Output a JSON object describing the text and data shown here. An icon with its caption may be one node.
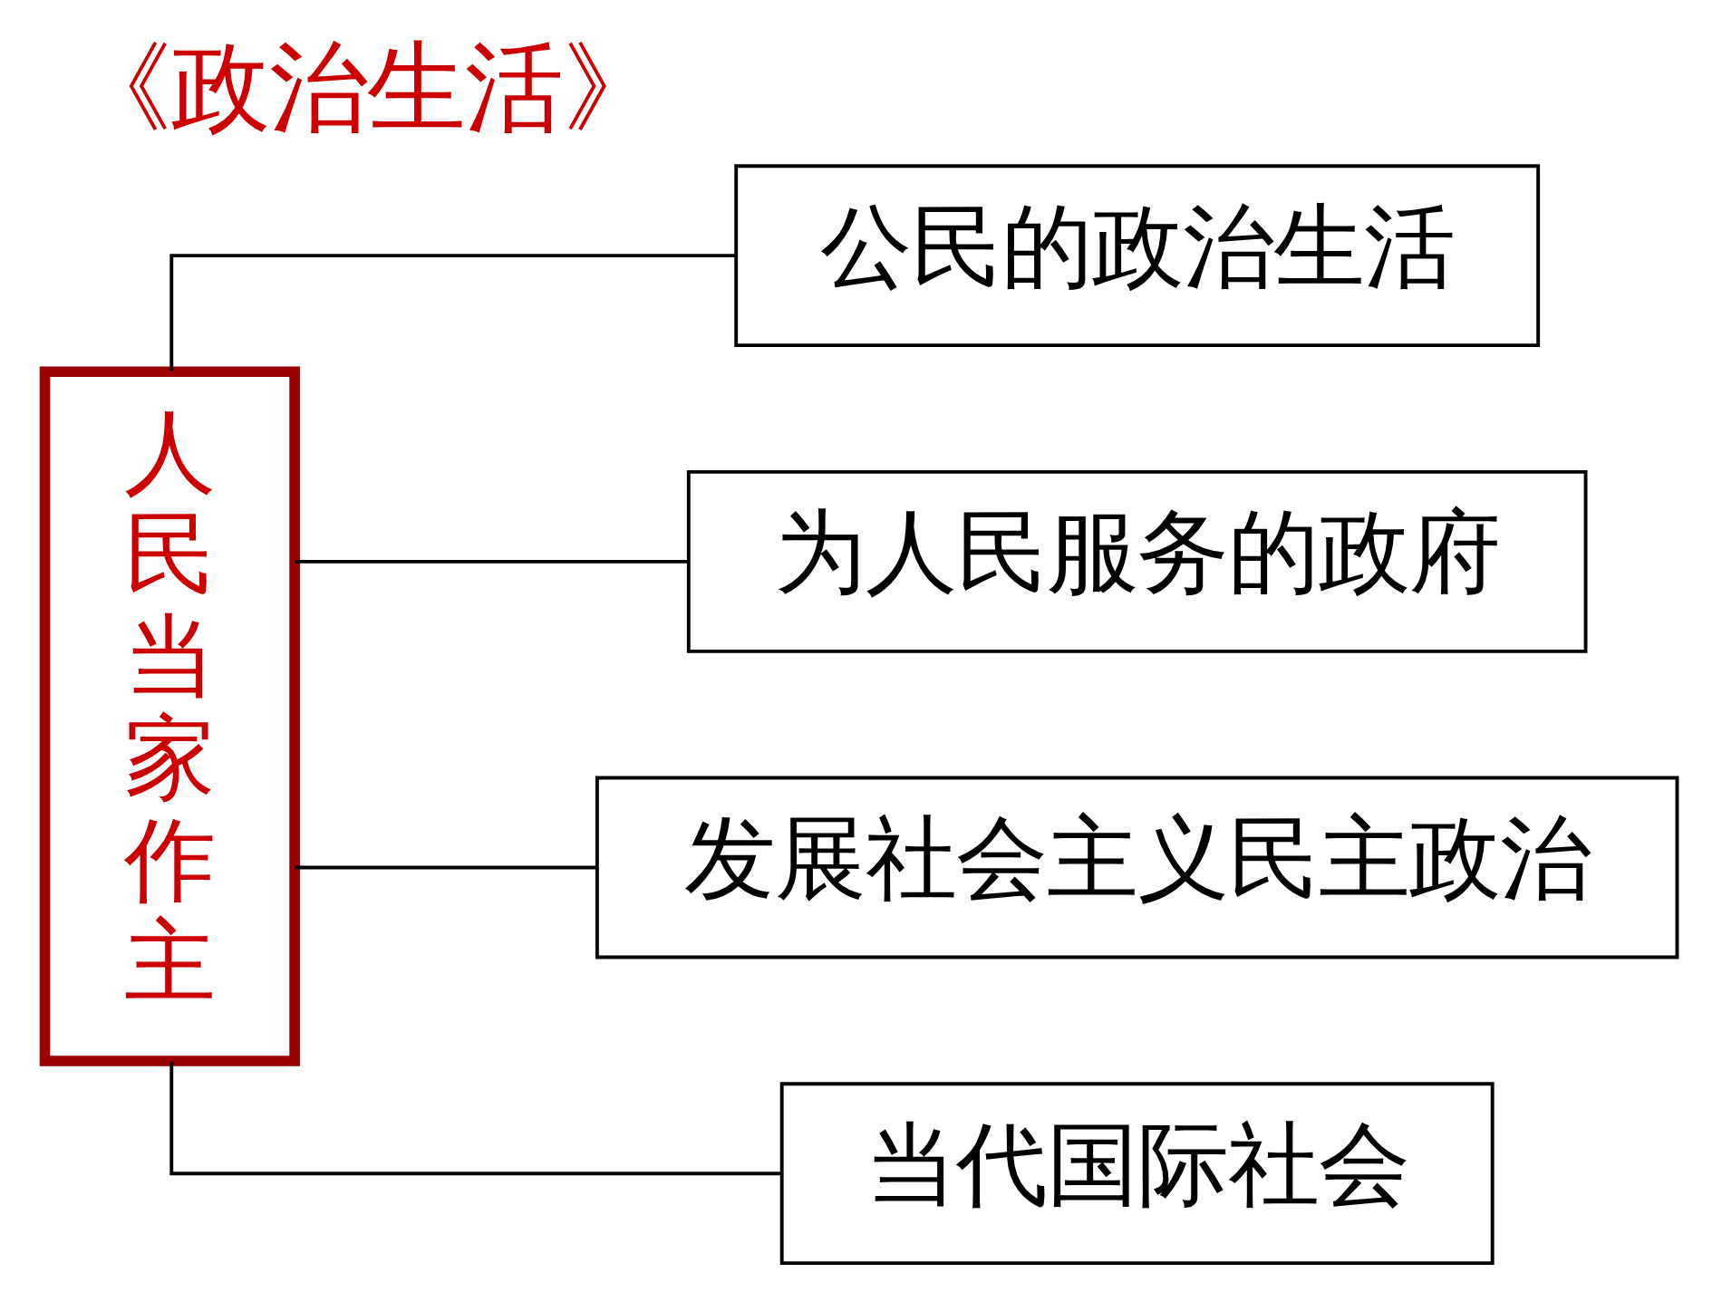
{
  "diagram": {
    "title": "《政治生活》",
    "nodes": [
      {
        "text": [
          "人民当家作主"
        ]
      },
      {
        "text": [
          "公民的政治生活"
        ]
      },
      {
        "text": [
          "为人民服务的政府"
        ]
      },
      {
        "text": [
          "发展社会主义民主政治"
        ]
      },
      {
        "text": [
          "当代国际社会"
        ]
      }
    ],
    "edges": [
      {
        "from": 0,
        "to": 1,
        "arrow": "none"
      },
      {
        "from": 0,
        "to": 2,
        "arrow": "none"
      },
      {
        "from": 0,
        "to": 3,
        "arrow": "none"
      },
      {
        "from": 0,
        "to": 4,
        "arrow": "none"
      }
    ]
  }
}
